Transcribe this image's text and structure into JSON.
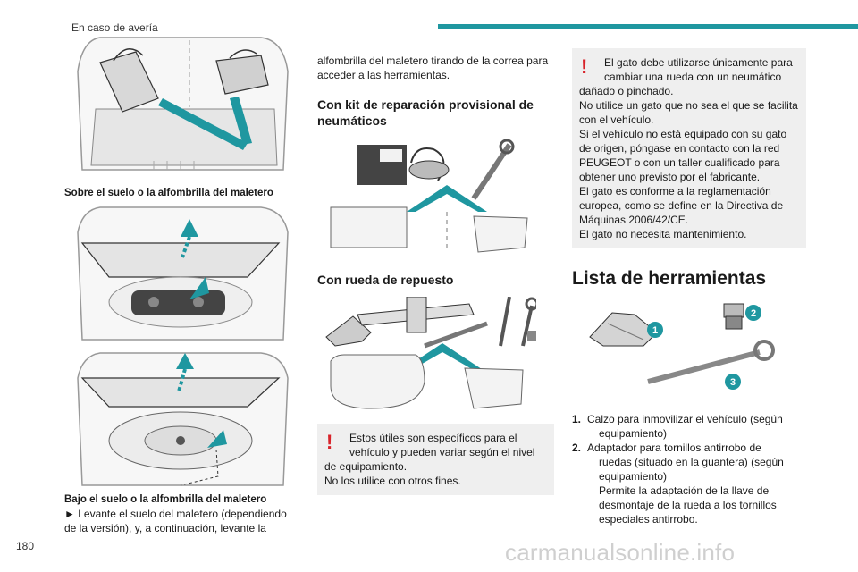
{
  "header": {
    "title": "En caso de avería",
    "accent_color": "#1f97a0"
  },
  "page_number": "180",
  "watermark": "carmanualsonline.info",
  "col1": {
    "caption1": "Sobre el suelo o la alfombrilla del maletero",
    "caption2": "Bajo el suelo o la alfombrilla del maletero",
    "step_marker": "►",
    "step_line1": "Levante el suelo del maletero (dependiendo",
    "step_line2": "de la versión), y, a continuación, levante la"
  },
  "col2": {
    "para_line1": "alfombrilla del maletero tirando de la correa para",
    "para_line2": "acceder a las herramientas.",
    "heading1_line1": "Con kit de reparación provisional de",
    "heading1_line2": "neumáticos",
    "heading2": "Con rueda de repuesto",
    "warning": {
      "line1": "Estos útiles son específicos para el",
      "line2": "vehículo y pueden variar según el nivel",
      "line3": "de equipamiento.",
      "line4": "No los utilice con otros fines."
    }
  },
  "col3": {
    "warning": {
      "line1": "El gato debe utilizarse únicamente para",
      "line2": "cambiar una rueda con un neumático",
      "line3": "dañado o pinchado.",
      "line4": "No utilice un gato que no sea el que se facilita",
      "line5": "con el vehículo.",
      "line6": "Si el vehículo no está equipado con su gato",
      "line7": "de origen, póngase en contacto con la red",
      "line8": "PEUGEOT o con un taller cualificado para",
      "line9": "obtener uno previsto por el fabricante.",
      "line10": "El gato es conforme a la reglamentación",
      "line11": "europea, como se define en la Directiva de",
      "line12": "Máquinas 2006/42/CE.",
      "line13": "El gato no necesita mantenimiento."
    },
    "heading": "Lista de herramientas",
    "badges": [
      "1",
      "2",
      "3"
    ],
    "list": [
      {
        "num": "1.",
        "line1": "Calzo para inmovilizar el vehículo (según",
        "line2": "equipamiento)"
      },
      {
        "num": "2.",
        "line1": "Adaptador para tornillos antirrobo de",
        "line2": "ruedas (situado en la guantera) (según",
        "line3": "equipamiento)",
        "line4": "Permite la adaptación de la llave de",
        "line5": "desmontaje de la rueda a los tornillos",
        "line6": "especiales antirrobo."
      }
    ]
  }
}
